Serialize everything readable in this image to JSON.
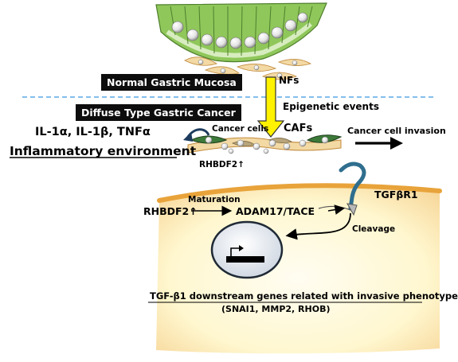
{
  "labels": {
    "normal_mucosa": "Normal Gastric Mucosa",
    "diffuse_cancer": "Diffuse Type Gastric Cancer",
    "nfs": "NFs",
    "epigenetic": "Epigenetic events",
    "cytokines": "IL-1α, IL-1β, TNFα",
    "cancer_cells": "Cancer cells",
    "cafs": "CAFs",
    "invasion": "Cancer cell invasion",
    "inflammatory": "Inflammatory environment",
    "rhbdf2_up_top": "RHBDF2↑",
    "tgfbr1": "TGFβR1",
    "maturation": "Maturation",
    "rhbdf2_up": "RHBDF2↑",
    "adam17": "ADAM17/TACE",
    "cleavage": "Cleavage",
    "downstream": "TGF-β1 downstream genes  related with invasive phenotype",
    "genes": "(SNAI1, MMP2, RHOB)"
  },
  "colors": {
    "mucosa_green": "#8fc75a",
    "fibroblast_tan": "#f3d9a4",
    "cell_yellow": "#fff9c4",
    "arrow_yellow": "#fff200",
    "dashed_line": "#5aa9e6",
    "cell_border": "#e8a33a",
    "receptor_blue": "#2f6e8e",
    "nucleus_fill": "#e6ebf1"
  }
}
